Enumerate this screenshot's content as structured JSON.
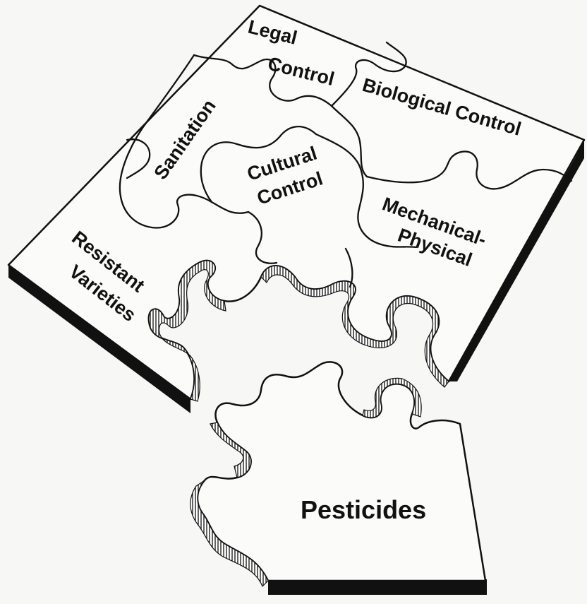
{
  "diagram": {
    "pieces": [
      {
        "id": "legal-control",
        "lines": [
          "Legal",
          "Control"
        ]
      },
      {
        "id": "biological-control",
        "lines": [
          "Biological Control"
        ]
      },
      {
        "id": "sanitation",
        "lines": [
          "Sanitation"
        ]
      },
      {
        "id": "cultural-control",
        "lines": [
          "Cultural",
          "Control"
        ]
      },
      {
        "id": "mechanical-physical",
        "lines": [
          "Mechanical-",
          "Physical"
        ]
      },
      {
        "id": "resistant-varieties",
        "lines": [
          "Resistant",
          "Varieties"
        ]
      },
      {
        "id": "pesticides",
        "lines": [
          "Pesticides"
        ]
      }
    ],
    "colors": {
      "ink": "#111111",
      "paper": "#f7f7f5",
      "piece_face": "#fbfbfa"
    }
  }
}
